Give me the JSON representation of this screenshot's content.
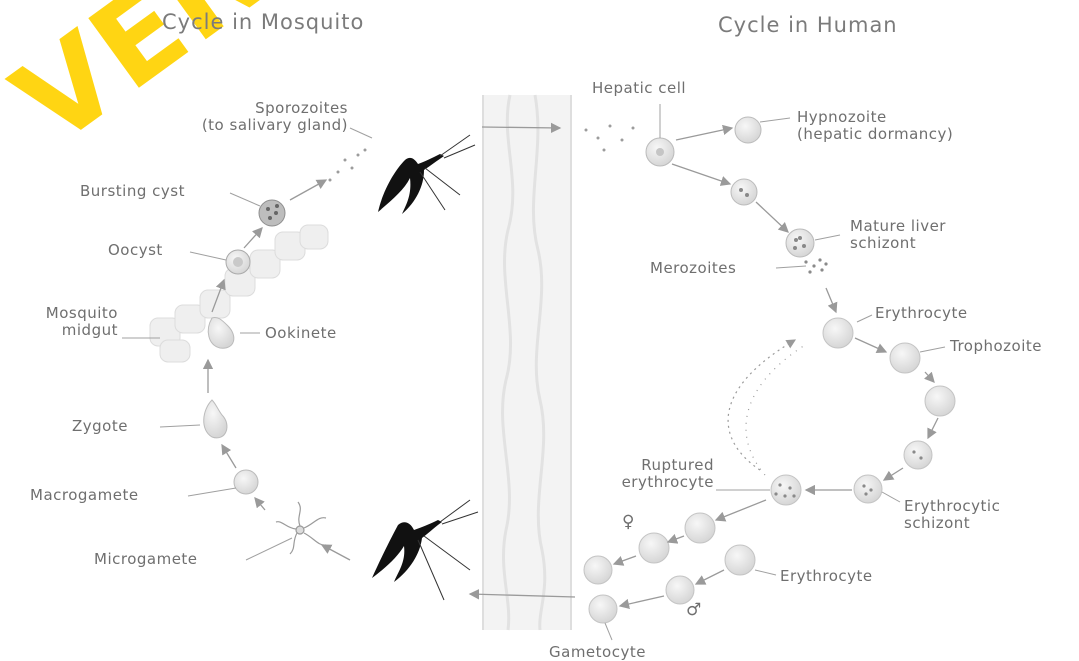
{
  "titles": {
    "mosquito_cycle": "Cycle in Mosquito",
    "human_cycle": "Cycle in Human"
  },
  "labels": {
    "sporozoites_line1": "Sporozoites",
    "sporozoites_line2": "(to salivary gland)",
    "bursting_cyst": "Bursting cyst",
    "oocyst": "Oocyst",
    "mosquito_midgut_line1": "Mosquito",
    "mosquito_midgut_line2": "midgut",
    "ookinete": "Ookinete",
    "zygote": "Zygote",
    "macrogamete": "Macrogamete",
    "microgamete": "Microgamete",
    "hepatic_cell": "Hepatic cell",
    "hypnozoite_line1": "Hypnozoite",
    "hypnozoite_line2": "(hepatic dormancy)",
    "mature_liver_schizont_line1": "Mature liver",
    "mature_liver_schizont_line2": "schizont",
    "merozoites": "Merozoites",
    "erythrocyte_top": "Erythrocyte",
    "trophozoite": "Trophozoite",
    "ruptured_erythrocyte_line1": "Ruptured",
    "ruptured_erythrocyte_line2": "erythrocyte",
    "erythrocytic_schizont_line1": "Erythrocytic",
    "erythrocytic_schizont_line2": "schizont",
    "erythrocyte_bottom": "Erythrocyte",
    "gametocyte": "Gametocyte",
    "female_symbol": "♀",
    "male_symbol": "♂"
  },
  "watermark": "VERSITY",
  "colors": {
    "label": "#6f6f6f",
    "cell_fill": "#e6e6e6",
    "cell_stroke": "#cfcfcf",
    "arrow": "#9a9a9a",
    "watermark": "#ffd200",
    "mosquito": "#111111"
  }
}
